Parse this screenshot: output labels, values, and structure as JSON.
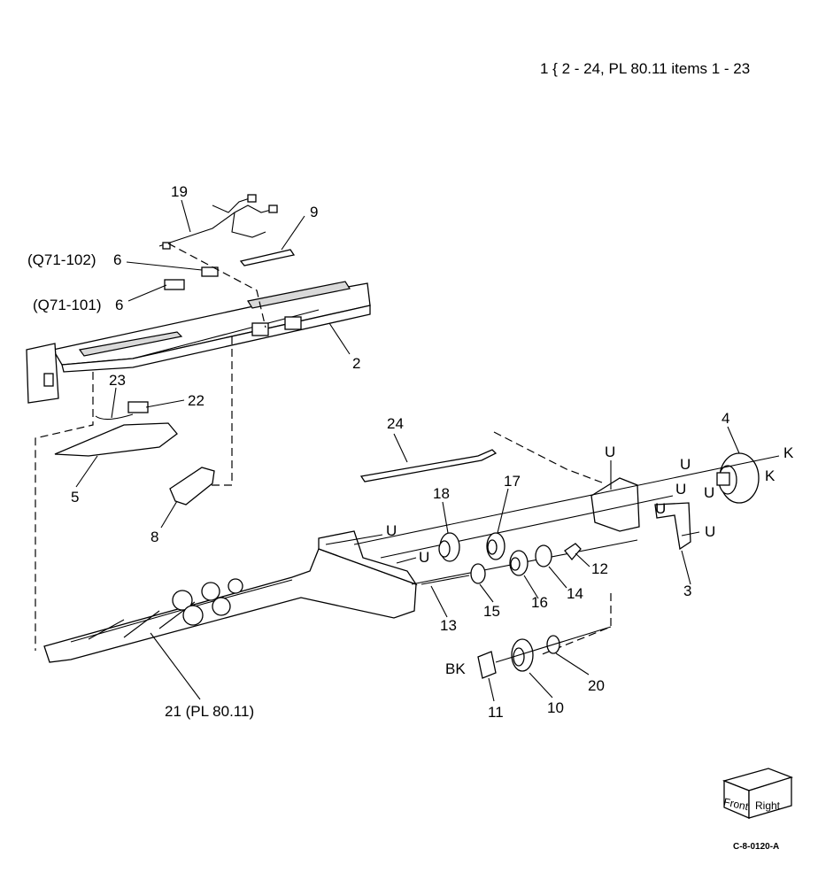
{
  "header": {
    "text": "1 { 2 - 24, PL 80.11 items 1 - 23"
  },
  "callouts": {
    "c19": "19",
    "c9": "9",
    "c6a_ref": "(Q71-102)",
    "c6a": "6",
    "c6b_ref": "(Q71-101)",
    "c6b": "6",
    "c2": "2",
    "c23": "23",
    "c22": "22",
    "c5": "5",
    "c8": "8",
    "c24": "24",
    "c4": "4",
    "cK1": "K",
    "cK2": "K",
    "cU1": "U",
    "cU2": "U",
    "cU3": "U",
    "cU4": "U",
    "cU5": "U",
    "cU6": "U",
    "cU7": "U",
    "cU8": "U",
    "c18": "18",
    "c17": "17",
    "c12": "12",
    "c14": "14",
    "c16": "16",
    "c15": "15",
    "c13": "13",
    "c3": "3",
    "c20": "20",
    "c10": "10",
    "c11": "11",
    "cBK": "BK",
    "c21": "21 (PL 80.11)"
  },
  "orientation": {
    "front": "Front",
    "right": "Right"
  },
  "figure_code": "C-8-0120-A"
}
